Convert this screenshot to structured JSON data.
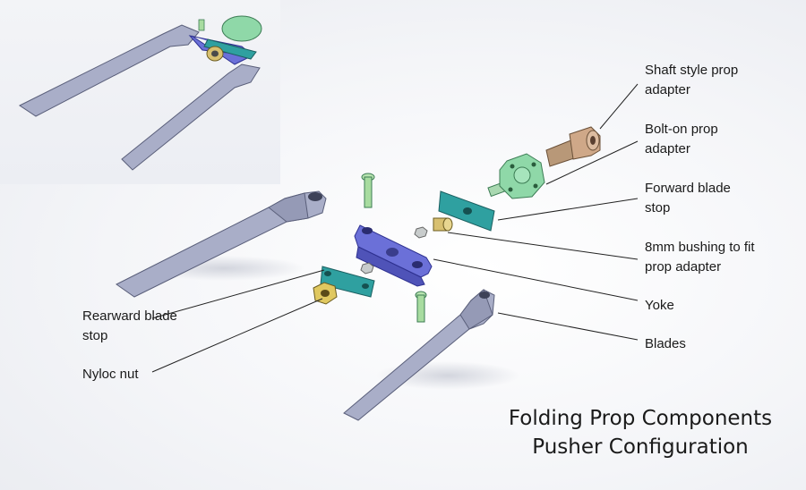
{
  "labels": {
    "shaft_adapter": "Shaft style prop\nadapter",
    "bolt_adapter": "Bolt-on prop\nadapter",
    "forward_stop": "Forward blade\nstop",
    "bushing": "8mm bushing to fit\nprop adapter",
    "yoke": "Yoke",
    "blades": "Blades",
    "rearward_stop": "Rearward blade\nstop",
    "nyloc_nut": "Nyloc nut"
  },
  "title": {
    "line1": "Folding Prop Components",
    "line2": "Pusher Configuration"
  },
  "colors": {
    "blade": "#a9aec8",
    "yoke": "#6b70d8",
    "blade_stop": "#2fa0a0",
    "adapter": "#8fd8a8",
    "shaft_adapter": "#cfa888",
    "brass": "#d8c070",
    "bolt": "#a8dca0",
    "nut": "#c8cccc"
  }
}
